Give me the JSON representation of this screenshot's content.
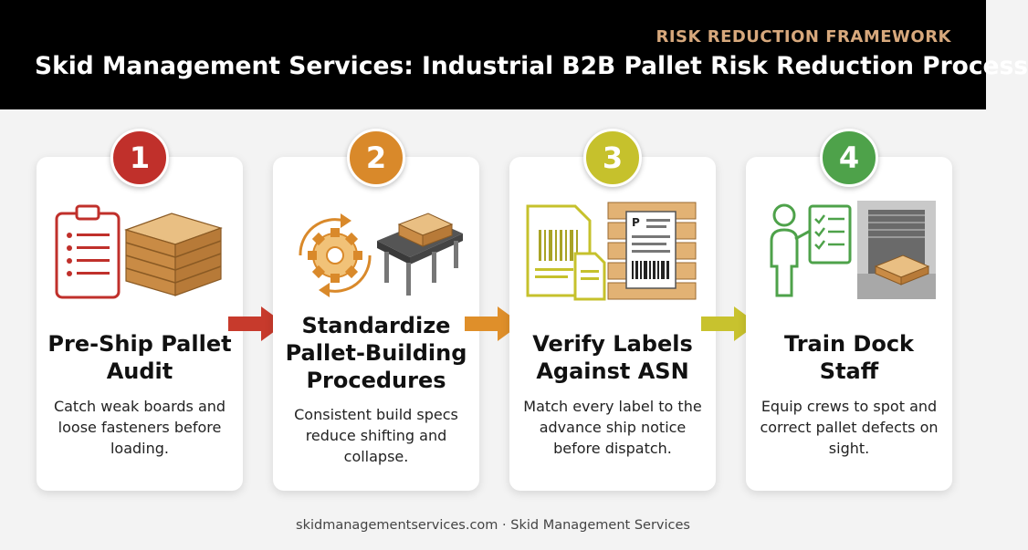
{
  "header": {
    "eyebrow": "RISK REDUCTION FRAMEWORK",
    "title": "Skid Management Services: Industrial B2B Pallet Risk Reduction Process"
  },
  "steps": [
    {
      "number": "1",
      "title": "Pre-Ship Pallet Audit",
      "description": "Catch weak boards and loose fasteners before loading.",
      "color": "#c0302b"
    },
    {
      "number": "2",
      "title": "Standardize Pallet-Building Procedures",
      "description": "Consistent build specs reduce shifting and collapse.",
      "color": "#d9892a"
    },
    {
      "number": "3",
      "title": "Verify Labels Against ASN",
      "description": "Match every label to the advance ship notice before dispatch.",
      "color": "#c6c12c"
    },
    {
      "number": "4",
      "title": "Train Dock Staff",
      "description": "Equip crews to spot and correct pallet defects on sight.",
      "color": "#4ea24a"
    }
  ],
  "icons": {
    "step1": "clipboard-checklist-and-pallet-stack-icon",
    "step2": "gear-and-conveyor-belt-icon",
    "step3": "barcode-document-and-shipping-label-icon",
    "step4": "trainer-presenting-checklist-at-dock-icon"
  },
  "label_glyph": "P",
  "footer": "skidmanagementservices.com · Skid Management Services"
}
